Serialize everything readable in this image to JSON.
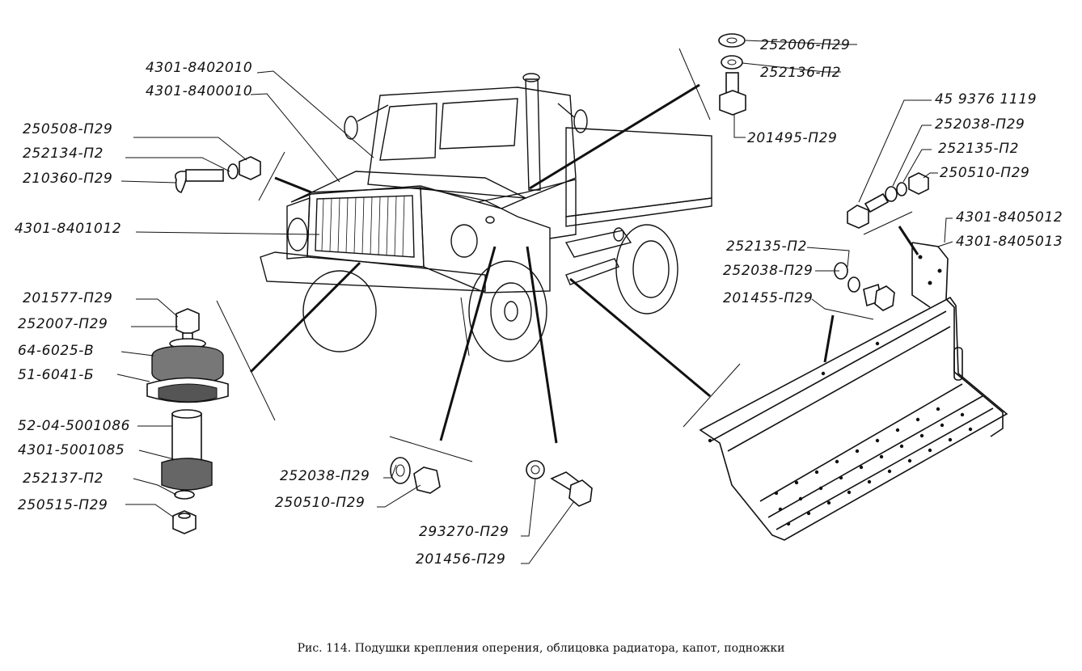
{
  "caption": "Рис. 114. Подушки крепления оперения, облицовка радиатора, капот, подножки",
  "labels": {
    "l_4301_8402010": "4301-8402010",
    "l_4301_8400010": "4301-8400010",
    "l_250508": "250508-П29",
    "l_252134": "252134-П2",
    "l_210360": "210360-П29",
    "l_4301_8401012": "4301-8401012",
    "l_201577": "201577-П29",
    "l_252007": "252007-П29",
    "l_64_6025": "64-6025-В",
    "l_51_6041": "51-6041-Б",
    "l_52_04": "52-04-5001086",
    "l_4301_5001085": "4301-5001085",
    "l_252137": "252137-П2",
    "l_250515": "250515-П29",
    "l_252038_b": "252038-П29",
    "l_250510_b": "250510-П29",
    "l_293270": "293270-П29",
    "l_201456": "201456-П29",
    "l_252006": "252006-П29",
    "l_252136": "252136-П2",
    "l_201495": "201495-П29",
    "l_459376": "45 9376 1119",
    "l_252038_r": "252038-П29",
    "l_252135_r": "252135-П2",
    "l_250510_r": "250510-П29",
    "l_4301_8405012": "4301-8405012",
    "l_4301_8405013": "4301-8405013",
    "l_252135_m": "252135-П2",
    "l_252038_m": "252038-П29",
    "l_201455": "201455-П29"
  }
}
